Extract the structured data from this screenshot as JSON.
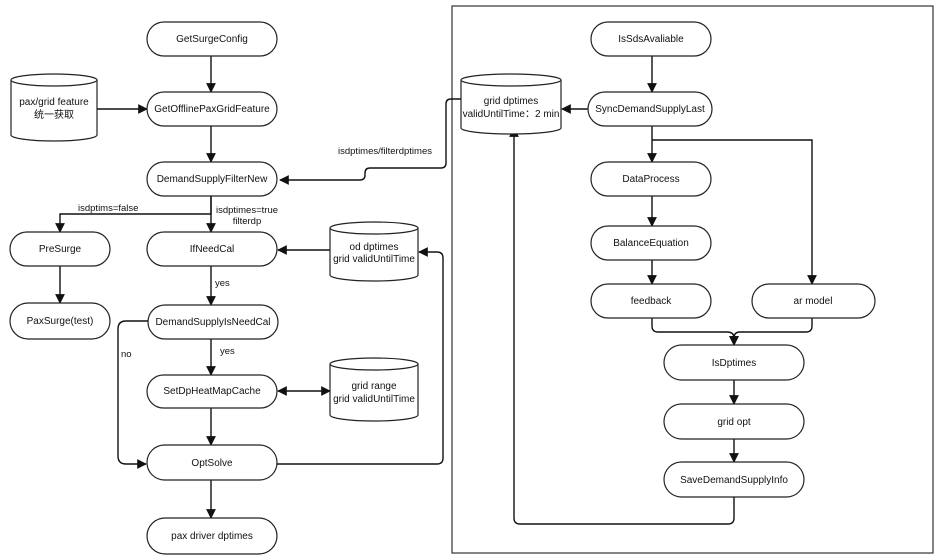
{
  "nodes": {
    "get_surge_config": "GetSurgeConfig",
    "get_offline_pax_grid_feature": "GetOfflinePaxGridFeature",
    "demand_supply_filter_new": "DemandSupplyFilterNew",
    "pre_surge": "PreSurge",
    "pax_surge_test": "PaxSurge(test)",
    "if_need_cal": "IfNeedCal",
    "demand_supply_is_need_cal": "DemandSupplyIsNeedCal",
    "set_dp_heat_map_cache": "SetDpHeatMapCache",
    "opt_solve": "OptSolve",
    "pax_driver_dptimes": "pax driver dptimes",
    "is_sds_available": "IsSdsAvaliable",
    "sync_demand_supply_last": "SyncDemandSupplyLast",
    "data_process": "DataProcess",
    "balance_equation": "BalanceEquation",
    "feedback": "feedback",
    "ar_model": "ar model",
    "is_dptimes": "IsDptimes",
    "grid_opt": "grid opt",
    "save_demand_supply_info": "SaveDemandSupplyInfo"
  },
  "stores": {
    "pax_grid_feature": [
      "pax/grid feature",
      "统一获取"
    ],
    "od_dptimes": [
      "od dptimes",
      "grid validUntilTime"
    ],
    "grid_range": [
      "grid range",
      "grid validUntilTime"
    ],
    "grid_dptimes": [
      "grid dptimes",
      "validUntilTime：2 min"
    ]
  },
  "edge_labels": {
    "isdptims_false": "isdptims=false",
    "isdptimes_true": [
      "isdptimes=true",
      "filterdp"
    ],
    "yes_1": "yes",
    "yes_2": "yes",
    "no": "no",
    "isdptimes_filterdptimes": "isdptimes/filterdptimes"
  }
}
